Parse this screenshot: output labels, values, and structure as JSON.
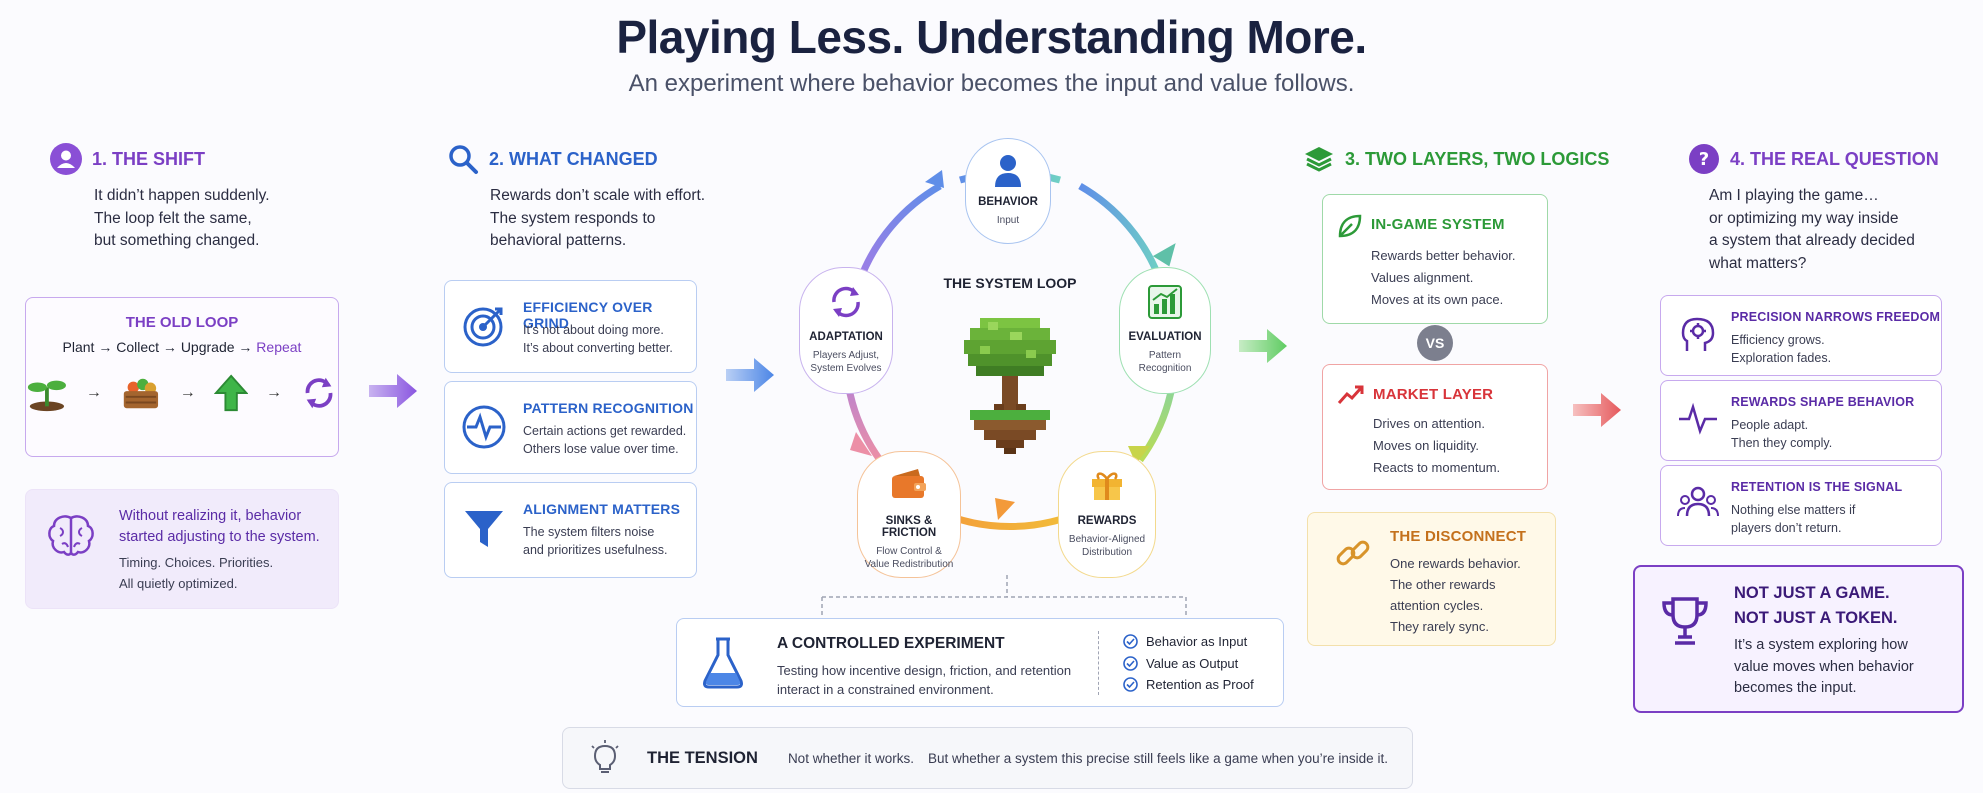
{
  "header": {
    "title": "Playing Less. Understanding More.",
    "subtitle": "An experiment where behavior becomes the input and value follows."
  },
  "shift": {
    "heading": "1. THE SHIFT",
    "lines": [
      "It didn’t happen suddenly.",
      "The loop felt the same,",
      "but something changed."
    ],
    "old_loop": {
      "title": "THE OLD LOOP",
      "steps": [
        "Plant",
        "Collect",
        "Upgrade",
        "Repeat"
      ],
      "arrow": "→"
    },
    "note": {
      "line1": "Without realizing it, behavior",
      "line2": "started adjusting to the system.",
      "line3": "Timing. Choices. Priorities.",
      "line4": "All quietly optimized."
    }
  },
  "changed": {
    "heading": "2. WHAT CHANGED",
    "lines": [
      "Rewards don’t scale with effort.",
      "The system responds to",
      "behavioral patterns."
    ],
    "cards": [
      {
        "title": "EFFICIENCY OVER GRIND",
        "line1": "It’s not about doing more.",
        "line2": "It’s about converting better."
      },
      {
        "title": "PATTERN RECOGNITION",
        "line1": "Certain actions get rewarded.",
        "line2": "Others lose value over time."
      },
      {
        "title": "ALIGNMENT MATTERS",
        "line1": "The system filters noise",
        "line2": "and prioritizes usefulness."
      }
    ]
  },
  "loop": {
    "title": "THE SYSTEM LOOP",
    "nodes": {
      "behavior": {
        "title": "BEHAVIOR",
        "sub1": "Input",
        "sub2": ""
      },
      "evaluation": {
        "title": "EVALUATION",
        "sub1": "Pattern",
        "sub2": "Recognition"
      },
      "rewards": {
        "title": "REWARDS",
        "sub1": "Behavior-Aligned",
        "sub2": "Distribution"
      },
      "sinks": {
        "title": "SINKS & FRICTION",
        "sub1": "Flow Control &",
        "sub2": "Value Redistribution"
      },
      "adaptation": {
        "title": "ADAPTATION",
        "sub1": "Players Adjust,",
        "sub2": "System Evolves"
      }
    },
    "experiment": {
      "title": "A CONTROLLED EXPERIMENT",
      "line1": "Testing how incentive design, friction, and retention",
      "line2": "interact in a constrained environment.",
      "checks": [
        "Behavior as Input",
        "Value as Output",
        "Retention as Proof"
      ]
    }
  },
  "layers": {
    "heading": "3. TWO LAYERS, TWO LOGICS",
    "ingame": {
      "title": "IN-GAME SYSTEM",
      "lines": [
        "Rewards better behavior.",
        "Values alignment.",
        "Moves at its own pace."
      ]
    },
    "vs": "VS",
    "market": {
      "title": "MARKET LAYER",
      "lines": [
        "Drives on attention.",
        "Moves on liquidity.",
        "Reacts to momentum."
      ]
    },
    "disconnect": {
      "title": "THE DISCONNECT",
      "lines": [
        "One rewards behavior.",
        "The other rewards",
        "attention cycles.",
        "They rarely sync."
      ]
    }
  },
  "question": {
    "heading": "4. THE REAL QUESTION",
    "lines": [
      "Am I playing the game…",
      "or optimizing my way inside",
      "a system that already decided",
      "what matters?"
    ],
    "cards": [
      {
        "title": "PRECISION NARROWS FREEDOM",
        "line1": "Efficiency grows.",
        "line2": "Exploration fades."
      },
      {
        "title": "REWARDS SHAPE BEHAVIOR",
        "line1": "People adapt.",
        "line2": "Then they comply."
      },
      {
        "title": "RETENTION IS THE SIGNAL",
        "line1": "Nothing else matters if",
        "line2": "players don’t return."
      }
    ],
    "final": {
      "title1": "NOT JUST A GAME.",
      "title2": "NOT JUST A TOKEN.",
      "line1": "It’s a system exploring how",
      "line2": "value moves when behavior",
      "line3": "becomes the input."
    }
  },
  "tension": {
    "title": "THE TENSION",
    "part1": "Not whether it works.",
    "part2": "But whether a system this precise still feels like a game when you’re inside it."
  },
  "colors": {
    "purple": "#7b3fc4",
    "blue": "#2b62c9",
    "green": "#2c9a38",
    "red": "#d8343a",
    "orange": "#e39a2a"
  }
}
